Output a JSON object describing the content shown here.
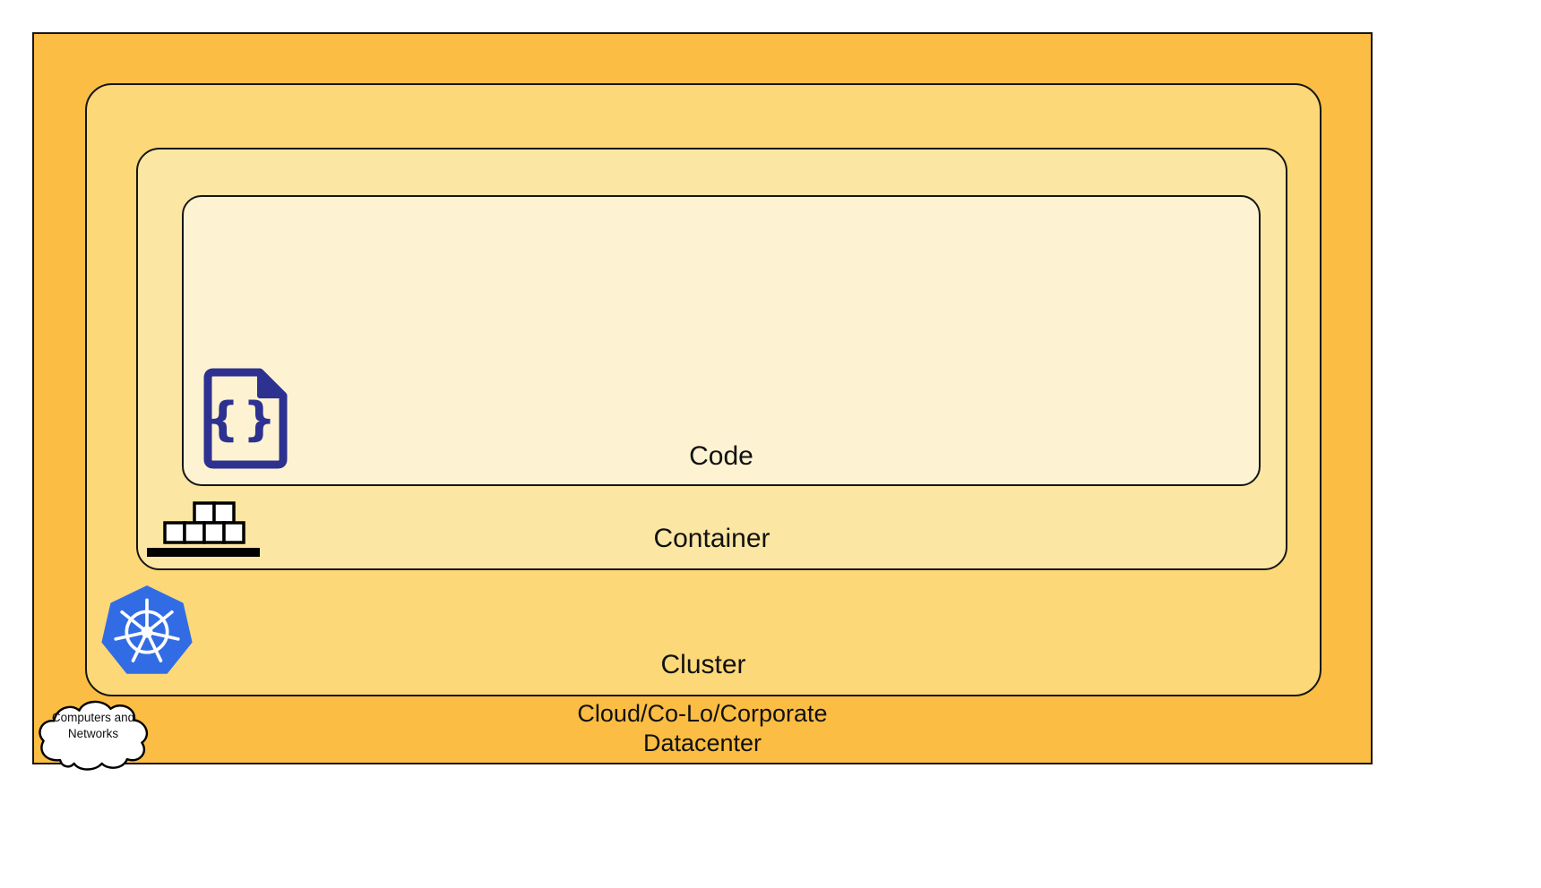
{
  "diagram": {
    "title": "4C layers diagram",
    "layers": {
      "code": {
        "label": "Code",
        "color": "#FDF3D2"
      },
      "container": {
        "label": "Container",
        "color": "#FBE7A3"
      },
      "cluster": {
        "label": "Cluster",
        "color": "#FCD878"
      },
      "datacenter": {
        "label_line1": "Cloud/Co-Lo/Corporate",
        "label_line2": "Datacenter",
        "color": "#FBBD43"
      }
    },
    "cloud_shape": {
      "label_line1": "Computers and",
      "label_line2": "Networks",
      "fill": "#FFFFFF"
    },
    "icons": {
      "code_file": "code-file-icon",
      "code_braces_glyph": "{}",
      "container_blocks": "container-blocks-icon",
      "kubernetes": "kubernetes-wheel-icon",
      "cloud": "cloud-icon"
    },
    "colors": {
      "border": "#161616",
      "icon_navy": "#2D3190",
      "kubernetes_blue": "#326CE5",
      "icon_black": "#000000",
      "page_background": "#FFFFFF"
    }
  }
}
